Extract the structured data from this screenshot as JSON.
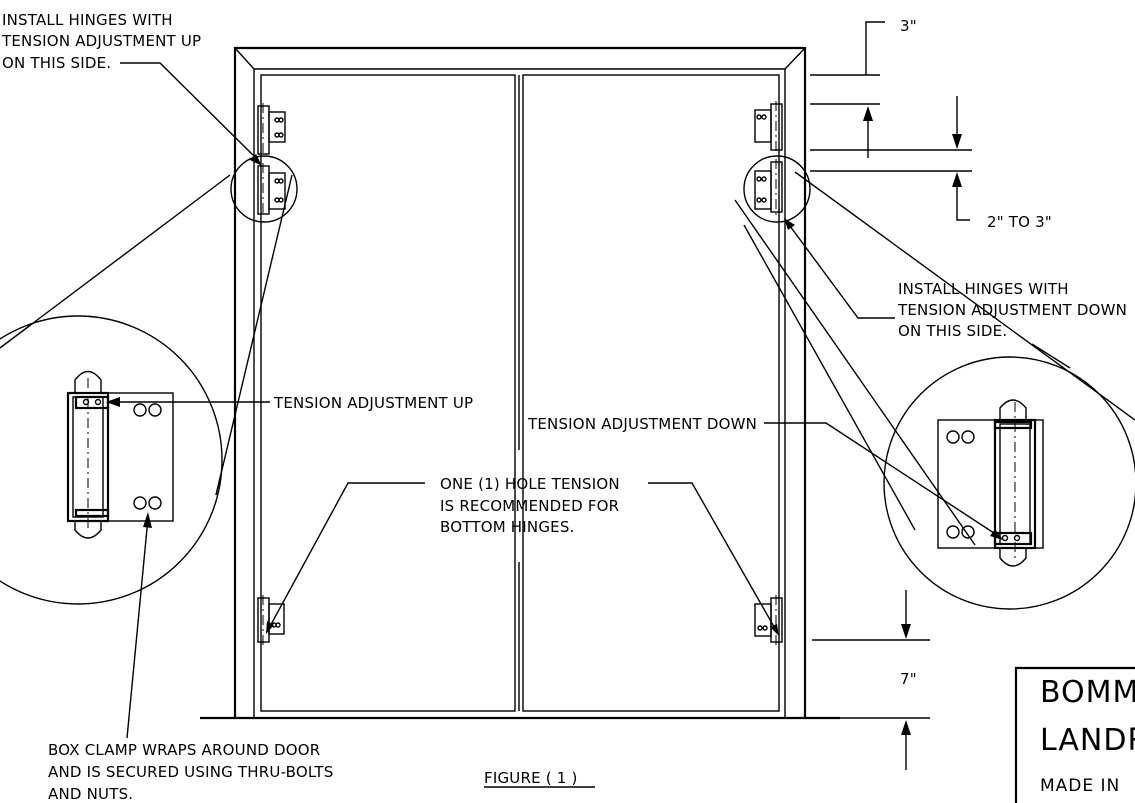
{
  "notes": {
    "top_left": [
      "INSTALL HINGES WITH",
      "TENSION ADJUSTMENT UP",
      "ON THIS SIDE."
    ],
    "right": [
      "INSTALL HINGES WITH",
      "TENSION ADJUSTMENT DOWN",
      "ON THIS SIDE."
    ],
    "tension_up": "TENSION ADJUSTMENT UP",
    "tension_down": "TENSION ADJUSTMENT DOWN",
    "center": [
      "ONE (1) HOLE TENSION",
      "IS RECOMMENDED FOR",
      "BOTTOM HINGES."
    ],
    "bottom_left": [
      "BOX CLAMP WRAPS AROUND DOOR",
      "AND IS SECURED USING THRU-BOLTS",
      "AND NUTS."
    ]
  },
  "dimensions": {
    "top": "3\"",
    "hinge_spacing": "2\" TO 3\"",
    "bottom": "7\""
  },
  "figure_label": "FIGURE ( 1 )",
  "title_block": {
    "line1": "BOMM",
    "line2": "LANDR",
    "line3": "MADE IN"
  }
}
